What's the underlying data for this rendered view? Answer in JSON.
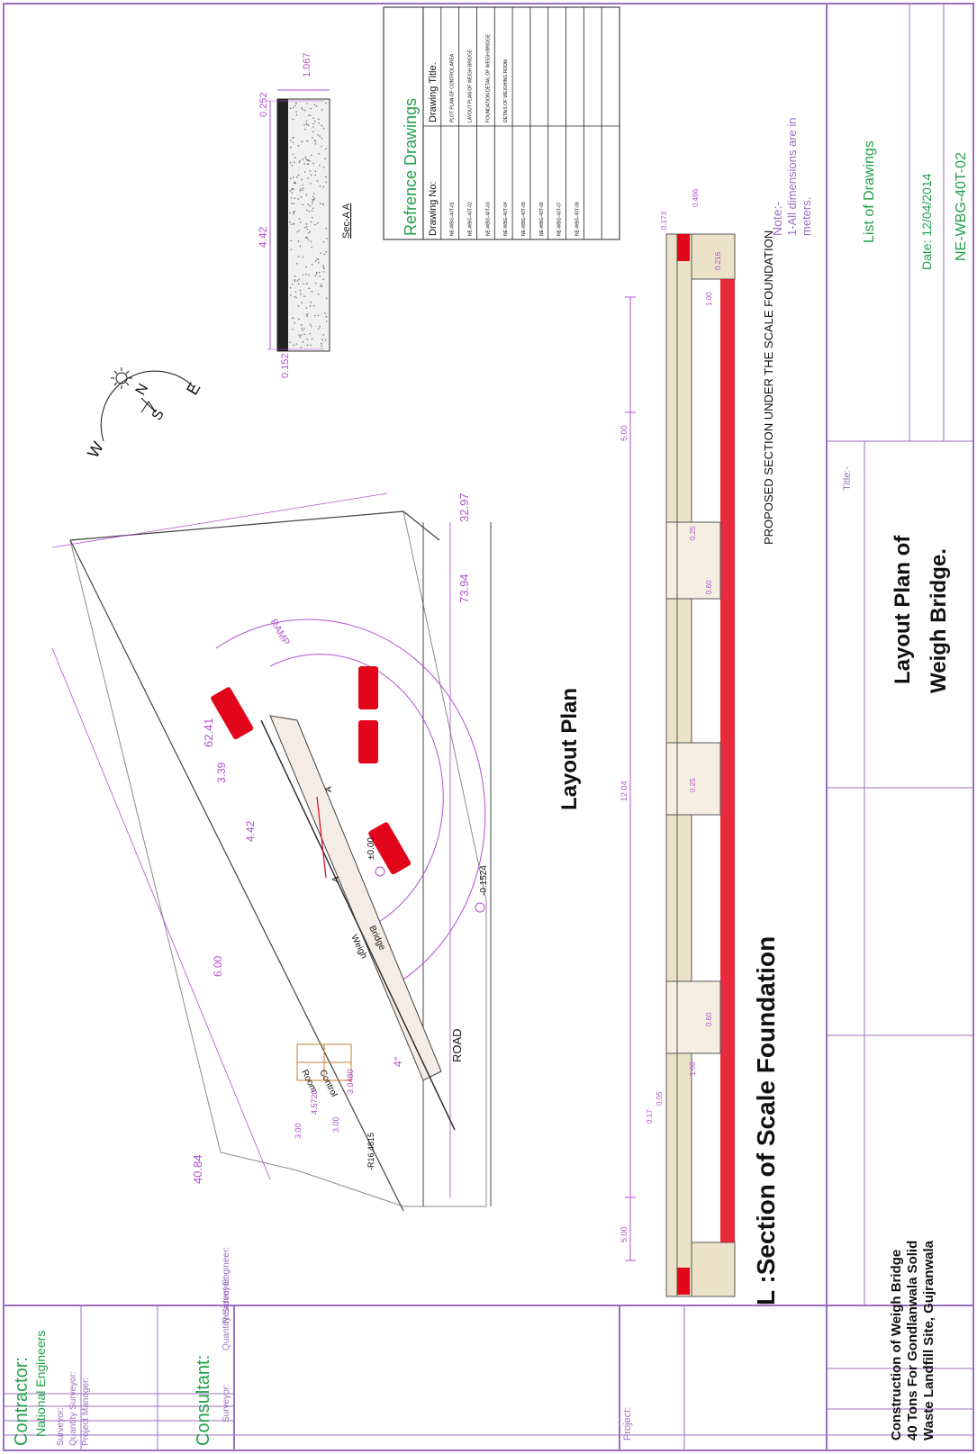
{
  "colors": {
    "border": "#9b6fc2",
    "dim": "#b44fd1",
    "green": "#21a04a",
    "red": "#e3061b",
    "text": "#111111",
    "concrete": "#ece2c9",
    "brown": "#c97d2e"
  },
  "layout_plan": {
    "title": "Layout Plan",
    "dimensions": [
      "62.41",
      "40.84",
      "73.94",
      "32.97",
      "3.39",
      "4.42",
      "6.00",
      "4°"
    ],
    "labels": {
      "ramp": "RAMP",
      "road": "ROAD",
      "weigh": "Weigh",
      "bridge": "Bridge",
      "control": "Control",
      "room": "Room",
      "level_1": "±0.00",
      "level_2": "-0.1524",
      "level_3": "-R16.4815",
      "section_a": "A",
      "cr_1": "3.00",
      "cr_2": "3.00",
      "cr_3": "4.5720",
      "cr_4": "3.0480"
    }
  },
  "compass": {
    "n": "N",
    "s": "S",
    "e": "E",
    "w": "W"
  },
  "section_aa": {
    "title": "Sec-A A",
    "dims": [
      "0.252",
      "1.067",
      "4.42",
      "0.152"
    ]
  },
  "reference_drawings": {
    "title": "Refrence Drawings",
    "headers": [
      "Drawing  No:",
      "Drawing Title."
    ],
    "rows": [
      [
        "NE-WBG-40T-01",
        "PLOT PLAN OF CONTROL AREA"
      ],
      [
        "NE-WBG-40T-02",
        "LAYOUT PLAN OF WEIGH BRIDGE"
      ],
      [
        "NE-WBG-40T-03",
        "FOUNDATION DETAIL OF WEIGH BRIDGE"
      ],
      [
        "NE-WBG-40T-04",
        "DETAIS OF WEIGHING ROOM"
      ],
      [
        "NE-WBG-40T-05",
        ""
      ],
      [
        "NE-WBG-40T-06",
        ""
      ],
      [
        "NE-WBG-40T-07",
        ""
      ],
      [
        "NE-WBG-40T-08",
        ""
      ],
      [
        "",
        ""
      ],
      [
        "",
        ""
      ]
    ]
  },
  "note": {
    "title": "Note:-",
    "line1": "1-All dimensions are in",
    "line2": "meters."
  },
  "section_scale": {
    "title": "L :Section of Scale Foundation",
    "subtitle": "PROPOSED SECTION UNDER THE SCALE FOUNDATION",
    "dims": [
      "5.00",
      "12.04",
      "5.00",
      "0.17",
      "0.05",
      "1.00",
      "0.60",
      "0.25",
      "0.60",
      "0.25",
      "1.00",
      "0.173",
      "0.466",
      "0.216"
    ]
  },
  "title_block": {
    "contractor_label": "Contractor:",
    "contractor_name": "National Engineers",
    "contractor_fields": [
      "Surveyor:",
      "Quantity Surveyor:",
      "Project Manager:"
    ],
    "consultant_label": "Consultant:",
    "consultant_fields": [
      "Surveyor:",
      "Quantity Surveyor:",
      "Resident Engineer:"
    ],
    "project_label": "Project:",
    "project_lines": [
      "Construction of Weigh Bridge",
      "40 Tons For Gondlanwala Solid",
      "Waste Landfill Site, Gujranwala"
    ],
    "title_label": "Title:-",
    "title_lines": [
      "Layout Plan of",
      "Weigh Bridge."
    ],
    "list_of_drawings": "List of Drawings",
    "date": "Date:  12/04/2014",
    "drawing_no": "NE-WBG-40T-02"
  }
}
